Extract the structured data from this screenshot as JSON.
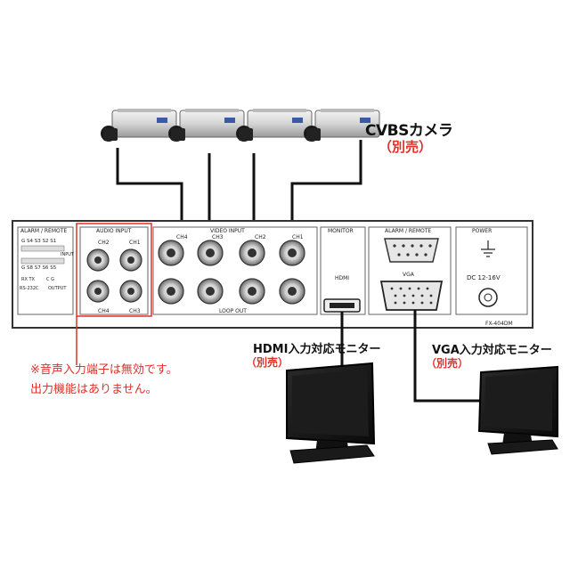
{
  "cameras": {
    "label": "CVBSカメラ",
    "sub": "（別売）",
    "count": 4
  },
  "panel": {
    "alarm_remote_title": "ALARM / REMOTE",
    "audio_input_title": "AUDIO INPUT",
    "video_input_title": "VIDEO INPUT",
    "loop_out_title": "LOOP OUT",
    "monitor_title": "MONITOR",
    "alarm_remote2_title": "ALARM / REMOTE",
    "power_title": "POWER",
    "hdmi_port": "HDMI",
    "vga_port": "VGA",
    "dc_label": "DC 12-16V",
    "model": "FX-404DM",
    "audio_channels": [
      "CH2",
      "CH1",
      "CH4",
      "CH3"
    ],
    "video_channels": [
      "CH4",
      "CH3",
      "CH2",
      "CH1"
    ],
    "alarm_terminal_top": "G  S4  S3  S2  S1",
    "alarm_terminal_bottom": "G  S8  S7  S6  S5",
    "alarm_input": "INPUT",
    "alarm_bottom_left": "RS-232C",
    "alarm_bottom_right": "OUTPUT",
    "alarm_small_a": "RX TX",
    "alarm_small_b": "C  G"
  },
  "monitors": {
    "hdmi_label": "HDMI入力対応モニター",
    "hdmi_sub": "（別売）",
    "vga_label": "VGA入力対応モニター",
    "vga_sub": "（別売）"
  },
  "note": {
    "line1": "※音声入力端子は無効です。",
    "line2": "出力機能はありません。"
  },
  "colors": {
    "accent_red": "#e0302a",
    "cable": "#111111",
    "panel_line": "#333333"
  }
}
